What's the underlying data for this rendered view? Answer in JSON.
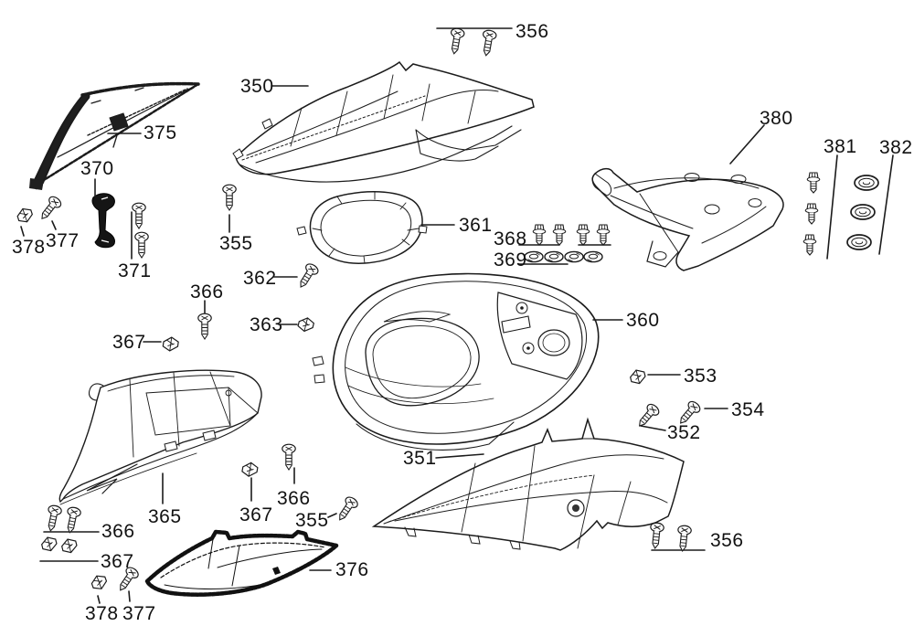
{
  "diagram": {
    "background": "#ffffff",
    "ink": "#1b1b1b",
    "dark_part_fill": "#1a1a1a"
  },
  "callouts": [
    {
      "id": "356-top",
      "text": "356"
    },
    {
      "id": "350",
      "text": "350"
    },
    {
      "id": "375",
      "text": "375"
    },
    {
      "id": "370",
      "text": "370"
    },
    {
      "id": "378-top",
      "text": "378"
    },
    {
      "id": "377-top",
      "text": "377"
    },
    {
      "id": "371",
      "text": "371"
    },
    {
      "id": "355-left",
      "text": "355"
    },
    {
      "id": "362",
      "text": "362"
    },
    {
      "id": "366-center",
      "text": "366"
    },
    {
      "id": "363",
      "text": "363"
    },
    {
      "id": "367-left",
      "text": "367"
    },
    {
      "id": "361",
      "text": "361"
    },
    {
      "id": "368",
      "text": "368"
    },
    {
      "id": "369",
      "text": "369"
    },
    {
      "id": "380",
      "text": "380"
    },
    {
      "id": "381",
      "text": "381"
    },
    {
      "id": "382",
      "text": "382"
    },
    {
      "id": "360",
      "text": "360"
    },
    {
      "id": "353",
      "text": "353"
    },
    {
      "id": "354",
      "text": "354"
    },
    {
      "id": "352",
      "text": "352"
    },
    {
      "id": "351",
      "text": "351"
    },
    {
      "id": "365",
      "text": "365"
    },
    {
      "id": "367-mid",
      "text": "367"
    },
    {
      "id": "366-mid",
      "text": "366"
    },
    {
      "id": "355-bottom",
      "text": "355"
    },
    {
      "id": "366-bottomleft",
      "text": "366"
    },
    {
      "id": "367-bottomleft",
      "text": "367"
    },
    {
      "id": "378-bottom",
      "text": "378"
    },
    {
      "id": "377-bottom",
      "text": "377"
    },
    {
      "id": "376",
      "text": "376"
    },
    {
      "id": "356-bottom",
      "text": "356"
    }
  ]
}
